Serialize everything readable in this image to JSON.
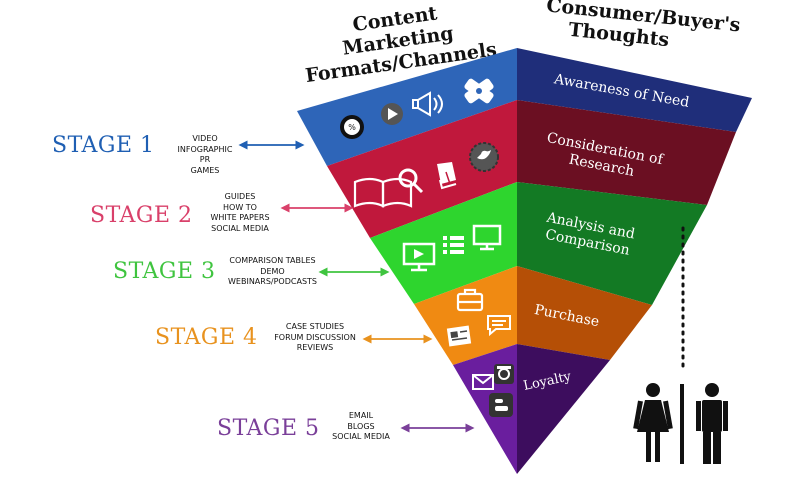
{
  "headers": {
    "left": [
      "Content Marketing",
      "Formats/Channels"
    ],
    "right": [
      "Consumer/Buyer's",
      "Thoughts"
    ]
  },
  "stages": [
    {
      "label": "STAGE 1",
      "color": "#1f5fb3",
      "items": [
        "VIDEO",
        "INFOGRAPHIC",
        "PR",
        "GAMES"
      ],
      "thought": [
        "Awareness of Need"
      ],
      "left_band_color": "#2e65b8",
      "right_band_color": "#1f2e7a",
      "icons": [
        "percent-badge-icon",
        "play-button-icon",
        "megaphone-icon",
        "puzzle-game-icon"
      ]
    },
    {
      "label": "STAGE 2",
      "color": "#d9406a",
      "items": [
        "GUIDES",
        "HOW TO",
        "WHITE PAPERS",
        "SOCIAL MEDIA"
      ],
      "thought": [
        "Consideration of",
        "Research"
      ],
      "left_band_color": "#c0183c",
      "right_band_color": "#6b0f22",
      "icons": [
        "open-book-icon",
        "magnifier-icon",
        "document-icon",
        "twitter-badge-icon"
      ]
    },
    {
      "label": "STAGE 3",
      "color": "#3fc43f",
      "items": [
        "COMPARISON TABLES",
        "DEMO",
        "WEBINARS/PODCASTS"
      ],
      "thought": [
        "Analysis and",
        "Comparison"
      ],
      "left_band_color": "#2ed52e",
      "right_band_color": "#137a24",
      "icons": [
        "video-monitor-icon",
        "list-icon",
        "monitor-icon"
      ]
    },
    {
      "label": "STAGE 4",
      "color": "#e8921e",
      "items": [
        "CASE STUDIES",
        "FORUM DISCUSSION",
        "REVIEWS"
      ],
      "thought": [
        "Purchase"
      ],
      "left_band_color": "#f08a12",
      "right_band_color": "#b54f06",
      "icons": [
        "briefcase-icon",
        "chat-bubble-icon",
        "news-document-icon"
      ]
    },
    {
      "label": "STAGE 5",
      "color": "#7a3f99",
      "items": [
        "EMAIL",
        "BLOGS",
        "SOCIAL MEDIA"
      ],
      "thought": [
        "Loyalty"
      ],
      "left_band_color": "#6a1e9e",
      "right_band_color": "#3d0d5e",
      "icons": [
        "envelope-icon",
        "instagram-icon",
        "blogger-icon"
      ]
    }
  ],
  "arrow_color_hex": [
    "#1f5fb3",
    "#d9406a",
    "#3fc43f",
    "#e8921e",
    "#7a3f99"
  ],
  "figure_icons": [
    "woman-figure-icon",
    "man-figure-icon"
  ]
}
